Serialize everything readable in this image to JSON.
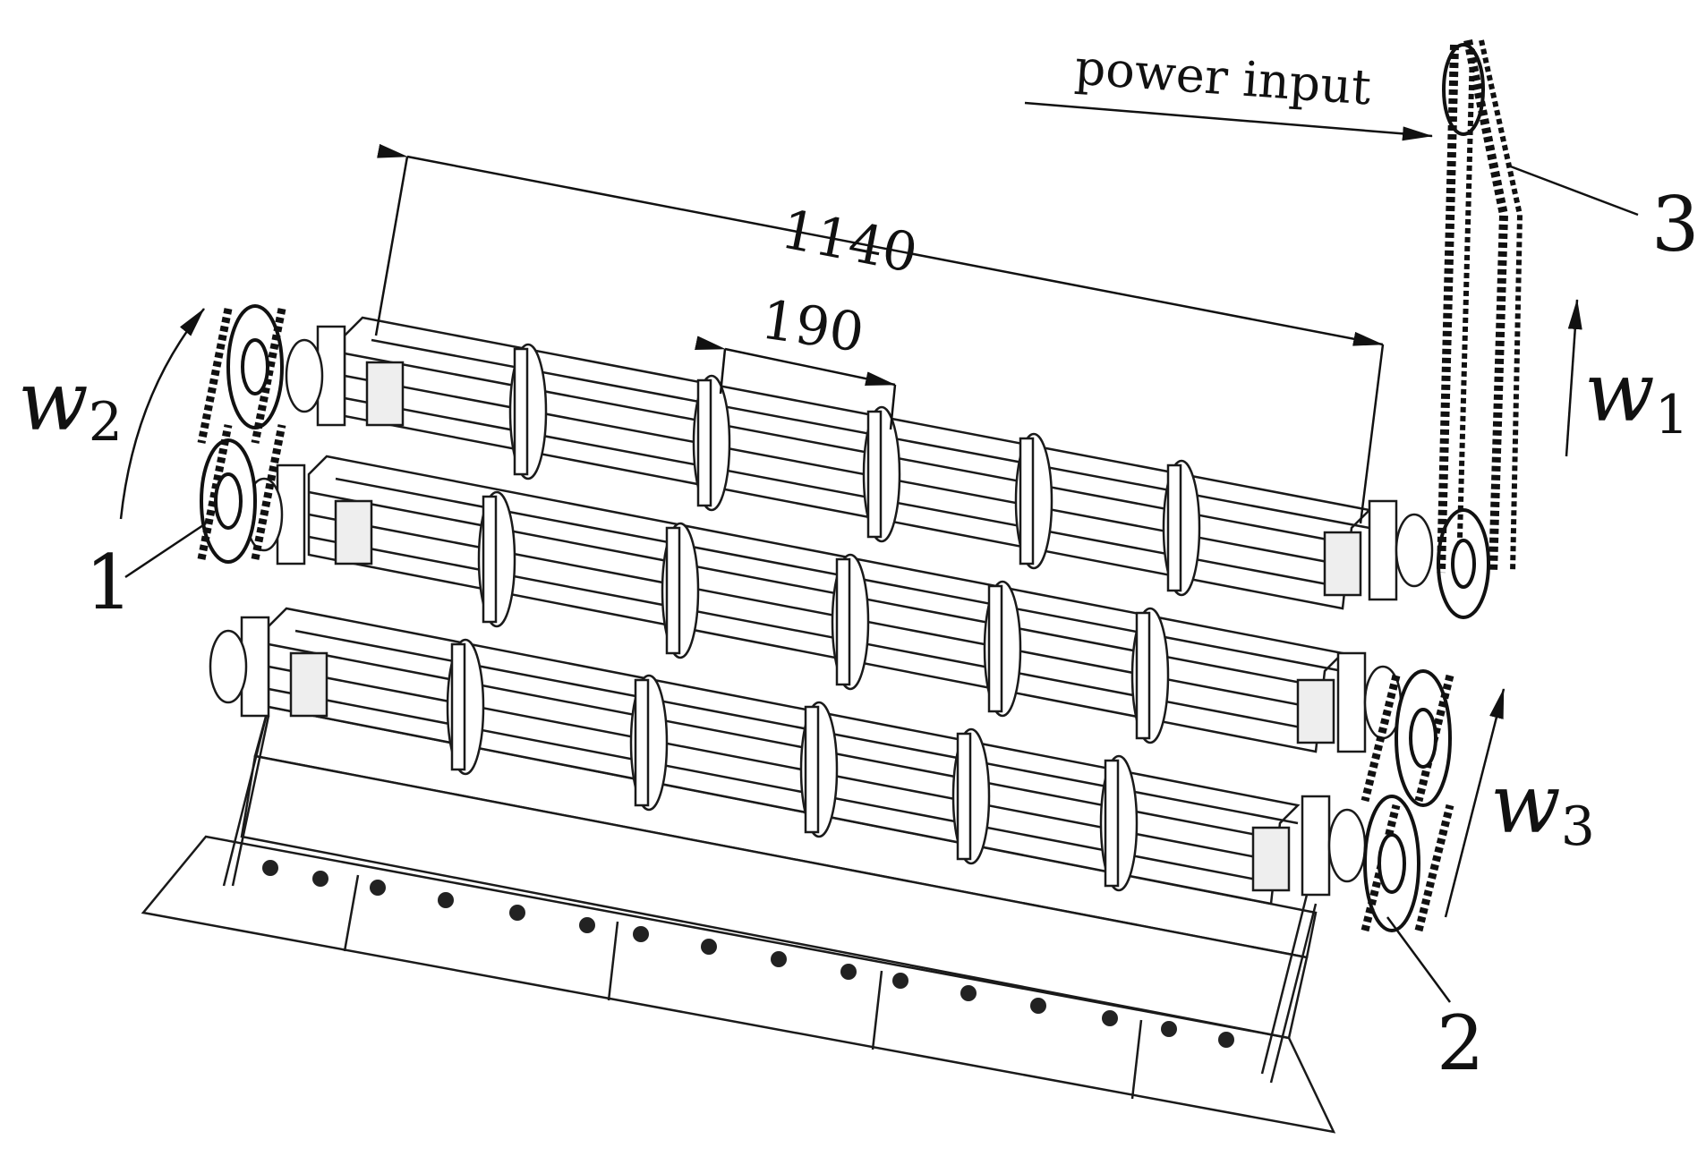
{
  "dimensions": {
    "overall_length": "1140",
    "disc_spacing": "190"
  },
  "labels": {
    "power_input": "power input",
    "part_1": "1",
    "part_2": "2",
    "part_3": "3",
    "w1_symbol": "w",
    "w1_sub": "1",
    "w2_symbol": "w",
    "w2_sub": "2",
    "w3_symbol": "w",
    "w3_sub": "3"
  },
  "colors": {
    "line": "#1a1a1a",
    "background": "#ffffff"
  }
}
